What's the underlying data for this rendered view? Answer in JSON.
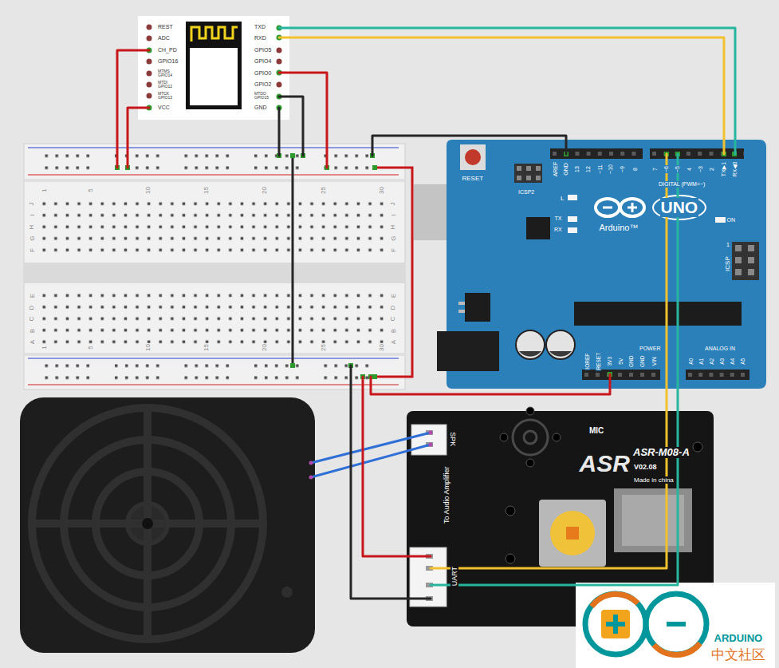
{
  "diagram": {
    "nodes": [
      {
        "text": [
          "REST",
          "ADC",
          "CH_PD",
          "GPIO16",
          "MTMS GPIO14",
          "MTDI GPIO12",
          "MTCK GPIO13",
          "VCC",
          "TXD",
          "RXD",
          "GPIO5",
          "GPIO4",
          "GPIO0",
          "GPIO2",
          "MTDO GPIO15",
          "GND"
        ]
      },
      {
        "text": [
          "1",
          "5",
          "10",
          "15",
          "20",
          "25",
          "30",
          "J",
          "I",
          "H",
          "G",
          "F",
          "J",
          "I",
          "H",
          "G",
          "F",
          "E",
          "D",
          "C",
          "B",
          "A",
          "E",
          "D",
          "C",
          "B",
          "A",
          "1",
          "5",
          "10",
          "15",
          "20",
          "25",
          "30"
        ]
      },
      {
        "text": [
          "RESET",
          "ICSP2",
          "AREF",
          "GND",
          "13",
          "12",
          "~11",
          "~10",
          "~9",
          "8",
          "7",
          "~6",
          "~5",
          "4",
          "~3",
          "2",
          "TX▶1",
          "RX◀0",
          "DIGITAL (PWM=~)",
          "L",
          "TX",
          "RX",
          "UNO",
          "Arduino™",
          "ON",
          "ICSP",
          "1",
          "IOREF",
          "RESET",
          "3V3",
          "5V",
          "GND",
          "GND",
          "VIN",
          "POWER",
          "ANALOG IN",
          "A0",
          "A1",
          "A2",
          "A3",
          "A4",
          "A5"
        ]
      },
      {
        "text": [
          "SPK",
          "To Audio Amplifier",
          "UART",
          "MIC",
          "ASR",
          "ASR-M08-A",
          "V02.08",
          "Made in china"
        ]
      }
    ],
    "edges": [
      {
        "from": 0,
        "to": 2,
        "arrow": "none"
      },
      {
        "from": 0,
        "to": 2,
        "arrow": "none"
      },
      {
        "from": 0,
        "to": 1,
        "arrow": "none"
      },
      {
        "from": 0,
        "to": 1,
        "arrow": "none"
      },
      {
        "from": 0,
        "to": 1,
        "arrow": "none"
      },
      {
        "from": 0,
        "to": 1,
        "arrow": "none"
      },
      {
        "from": 0,
        "to": 1,
        "arrow": "none"
      },
      {
        "from": 1,
        "to": 2,
        "arrow": "none"
      },
      {
        "from": 1,
        "to": 2,
        "arrow": "none"
      },
      {
        "from": 3,
        "to": 1,
        "arrow": "none"
      },
      {
        "from": 3,
        "to": 1,
        "arrow": "none"
      },
      {
        "from": 3,
        "to": 2,
        "arrow": "none"
      },
      {
        "from": 3,
        "to": 2,
        "arrow": "none"
      }
    ],
    "labels": [
      "ARDUINO",
      "中文社区"
    ]
  }
}
